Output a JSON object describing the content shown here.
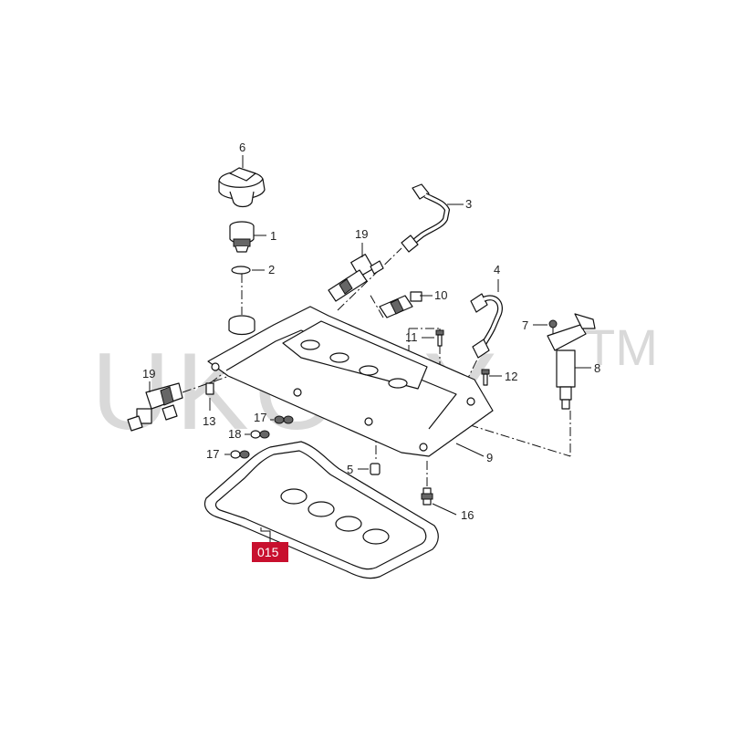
{
  "watermark": {
    "text": "UKOBY",
    "tm": "TM"
  },
  "badge": {
    "label": "015",
    "color": "#c8102e"
  },
  "callouts": {
    "c6": "6",
    "c1": "1",
    "c2": "2",
    "c3": "3",
    "c19a": "19",
    "c19b": "19",
    "c10": "10",
    "c4": "4",
    "c7": "7",
    "c8": "8",
    "c11": "11",
    "c12": "12",
    "c13": "13",
    "c17a": "17",
    "c18": "18",
    "c17b": "17",
    "c5": "5",
    "c9": "9",
    "c16": "16"
  }
}
